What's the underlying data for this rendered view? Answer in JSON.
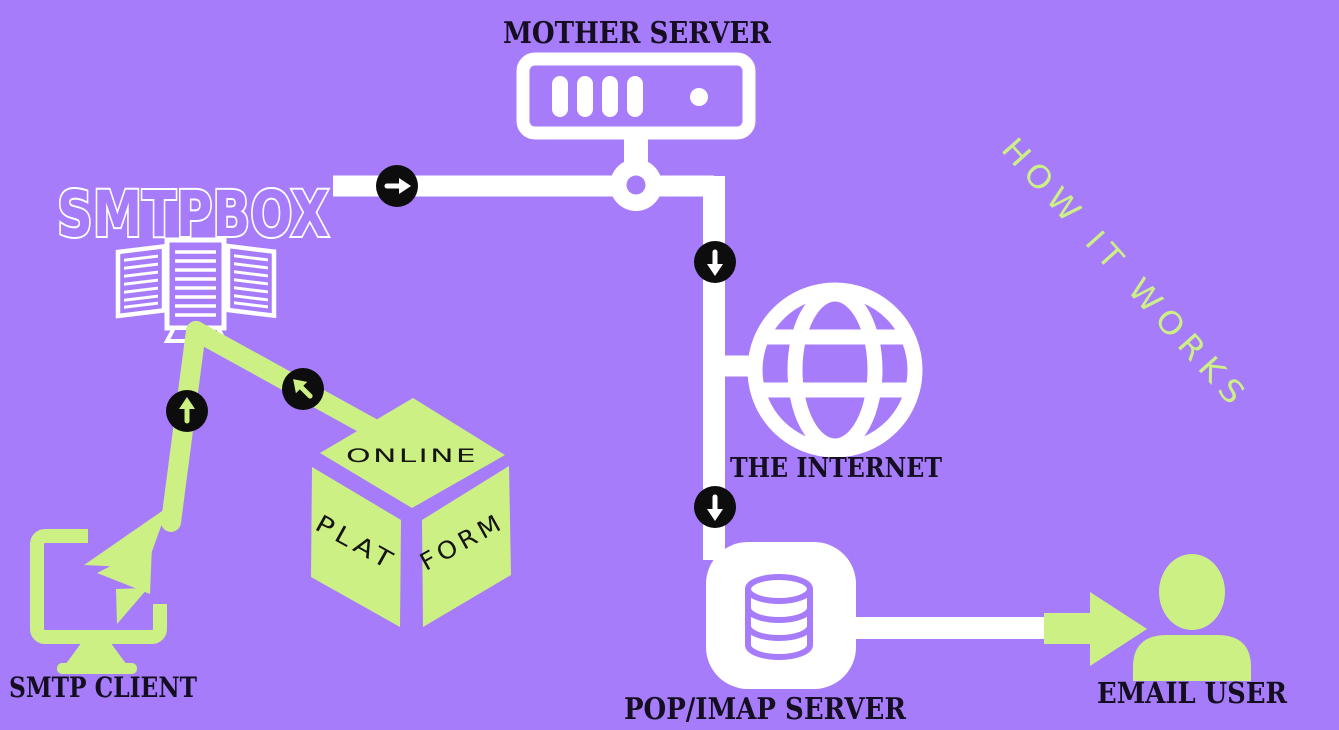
{
  "title": "SMTPBOX how-it-works email flow diagram",
  "colors": {
    "background": "#a67cfb",
    "accent_green": "#cdf084",
    "line_white": "#ffffff",
    "badge_black": "#0d0d0d",
    "label_black": "#140e20"
  },
  "nodes": {
    "smtpbox_logo": "SMTPBOX",
    "how_it_works": "HOW IT WORKS",
    "mother_server": "MOTHER SERVER",
    "online_platform": {
      "top": "ONLINE",
      "left": "PLAT",
      "right": "FORM"
    },
    "smtp_client": "SMTP CLIENT",
    "the_internet": "THE INTERNET",
    "pop_imap_server": "POP/IMAP SERVER",
    "email_user": "EMAIL USER"
  },
  "icons": [
    "mother-server-rack-icon",
    "junction-node-icon",
    "server-stack-icon",
    "online-platform-cube-icon",
    "monitor-icon",
    "paper-plane-icon",
    "globe-icon",
    "database-icon",
    "user-icon",
    "arrow-right-badge-icon",
    "arrow-down-badge-icon",
    "arrow-up-badge-icon",
    "arrow-up-left-badge-icon",
    "green-arrow-right-icon"
  ]
}
